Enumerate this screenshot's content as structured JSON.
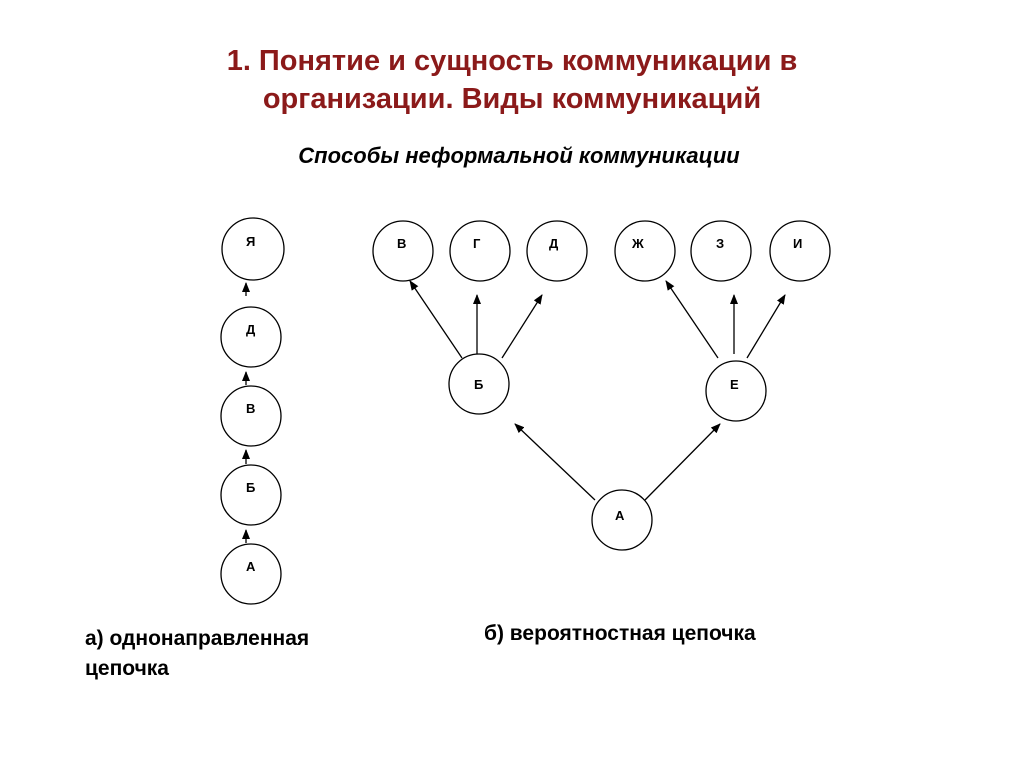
{
  "title": {
    "line1": "1. Понятие и сущность  коммуникации в",
    "line2": "организации. Виды коммуникаций"
  },
  "subtitle": "Способы неформальной коммуникации",
  "chain_a": {
    "nodes": [
      "А",
      "Б",
      "В",
      "Д",
      "Я"
    ],
    "caption_line1": "а) однонаправленная",
    "caption_line2": "цепочка"
  },
  "chain_b": {
    "root": "А",
    "middle": [
      "Б",
      "Е"
    ],
    "leaves_left": [
      "В",
      "Г",
      "Д"
    ],
    "leaves_right": [
      "Ж",
      "З",
      "И"
    ],
    "caption": "б) вероятностная цепочка"
  },
  "colors": {
    "title": "#8b1a1a",
    "stroke": "#000000",
    "background": "#ffffff"
  }
}
